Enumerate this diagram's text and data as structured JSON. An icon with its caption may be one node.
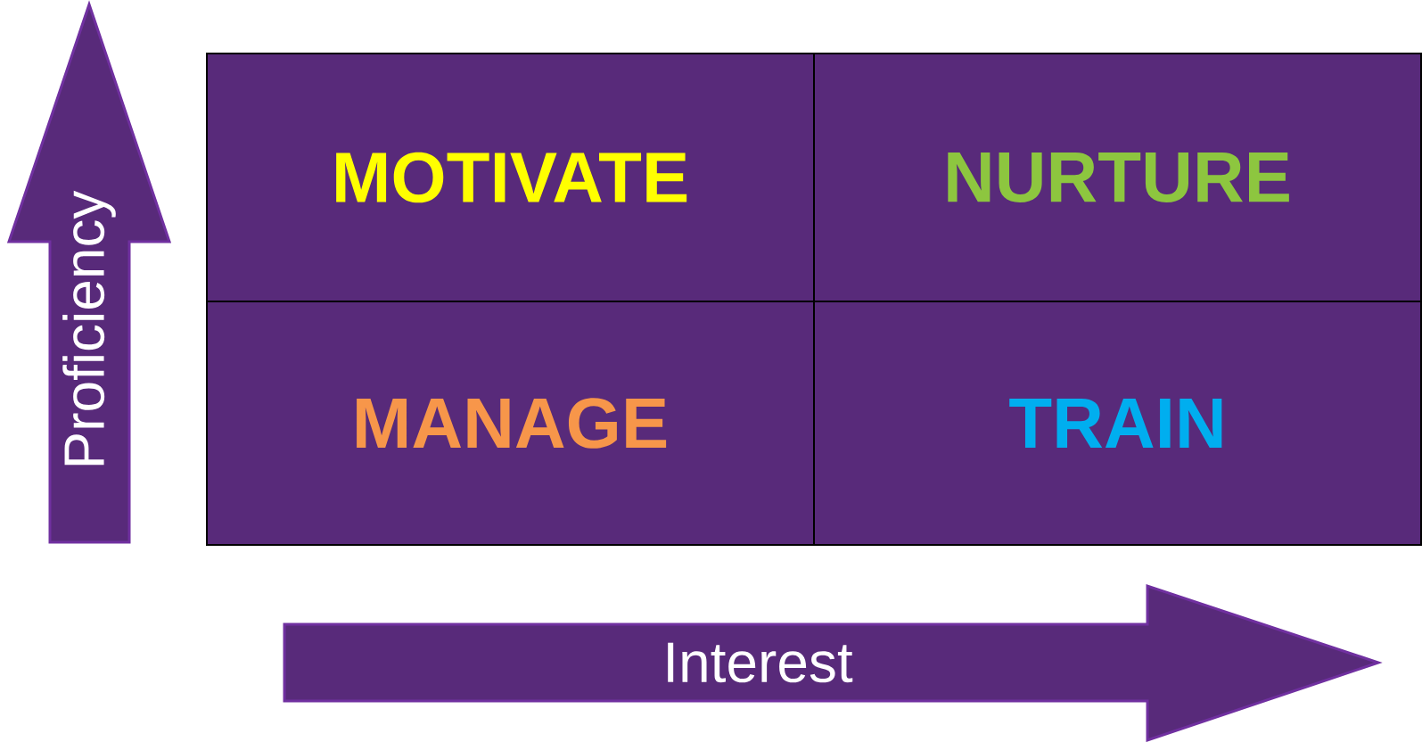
{
  "diagram": {
    "nodes": [
      {
        "text": [
          "Proficiency"
        ]
      },
      {
        "text": [
          "MOTIVATE"
        ]
      },
      {
        "text": [
          "NURTURE"
        ]
      },
      {
        "text": [
          "MANAGE"
        ]
      },
      {
        "text": [
          "TRAIN"
        ]
      },
      {
        "text": [
          "Interest"
        ]
      }
    ]
  }
}
